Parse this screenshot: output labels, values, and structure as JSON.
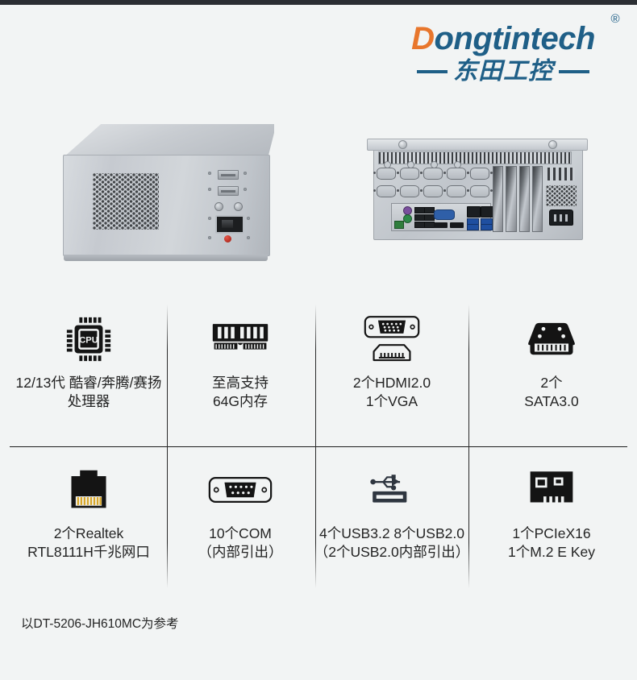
{
  "brand": {
    "wordmark_d": "D",
    "wordmark_rest": "ongtintech",
    "registered_mark": "®",
    "chinese_name": "东田工控"
  },
  "product_images": [
    {
      "name": "chassis-front-view",
      "alt": "工控机箱正面视图"
    },
    {
      "name": "chassis-rear-io-view",
      "alt": "工控机箱后部接口视图"
    }
  ],
  "specs": [
    {
      "icon": "cpu-chip-icon",
      "icon_text": "CPU",
      "line1": "12/13代 酷睿/奔腾/赛扬",
      "line2": "处理器"
    },
    {
      "icon": "memory-module-icon",
      "line1": "至高支持",
      "line2": "64G内存"
    },
    {
      "icon": "vga-hdmi-port-icon",
      "line1": "2个HDMI2.0",
      "line2": "1个VGA"
    },
    {
      "icon": "sata-connector-icon",
      "line1": "2个",
      "line2": "SATA3.0"
    },
    {
      "icon": "rj45-ethernet-icon",
      "line1": "2个Realtek",
      "line2": "RTL8111H千兆网口"
    },
    {
      "icon": "db9-serial-port-icon",
      "line1": "10个COM",
      "line2": "（内部引出）"
    },
    {
      "icon": "usb-port-icon",
      "line1": "4个USB3.2  8个USB2.0",
      "line2": "（2个USB2.0内部引出）"
    },
    {
      "icon": "pcie-card-icon",
      "line1": "1个PCIeX16",
      "line2": "1个M.2 E Key"
    }
  ],
  "footnote": "以DT-5206-JH610MC为参考",
  "colors": {
    "background": "#f2f4f4",
    "topbar": "#2b2e33",
    "brand_blue": "#1f5f87",
    "brand_orange": "#e8762c",
    "text": "#232323",
    "divider": "#1c1c1c",
    "usb_icon": "#2f3640"
  }
}
